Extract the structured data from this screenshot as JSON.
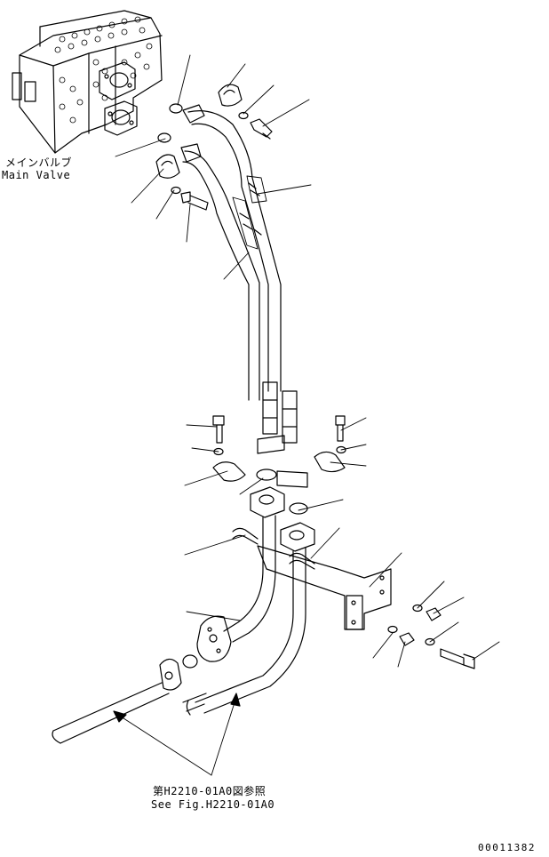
{
  "labels": {
    "main_valve_jp": "メインバルブ",
    "main_valve_en": "Main Valve",
    "reference_jp": "第H2210-01A0図参照",
    "reference_en": "See Fig.H2210-01A0",
    "drawing_number": "00011382"
  }
}
